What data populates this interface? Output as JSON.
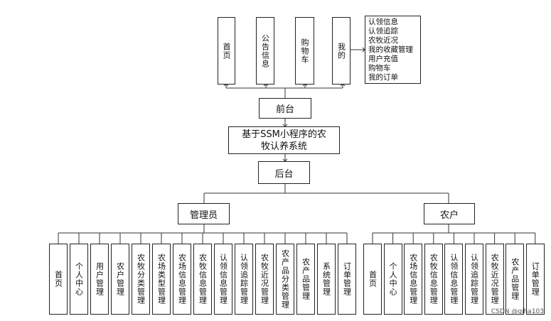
{
  "front": {
    "root_label": "前台",
    "modules": [
      "首页",
      "公告信息",
      "购物车",
      "我的"
    ],
    "my_items": [
      "认领信息",
      "认领追踪",
      "农牧近况",
      "我的收藏管理",
      "用户充值",
      "购物车",
      "我的订单"
    ]
  },
  "system": {
    "title": "基于SSM小程序的农牧认养系统"
  },
  "back": {
    "root_label": "后台",
    "admin": {
      "label": "管理员",
      "modules": [
        "首页",
        "个人中心",
        "用户管理",
        "农户管理",
        "农牧分类管理",
        "农场类型管理",
        "农场信息管理",
        "农牧信息管理",
        "认领信息管理",
        "认领追踪管理",
        "农牧近况管理",
        "农产品分类管理",
        "农产品管理",
        "系统管理",
        "订单管理"
      ]
    },
    "farmer": {
      "label": "农户",
      "modules": [
        "首页",
        "个人中心",
        "农场信息管理",
        "农牧信息管理",
        "认领信息管理",
        "认领追踪管理",
        "农牧近况管理",
        "农产品管理",
        "订单管理"
      ]
    }
  },
  "watermark": "CSDN @qiha103"
}
